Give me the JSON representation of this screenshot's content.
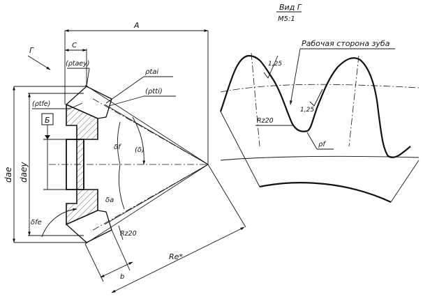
{
  "left_view": {
    "labels": {
      "view_letter": "Г",
      "dim_A": "A",
      "dim_C": "C",
      "rho_taey": "(ρtaey)",
      "rho_tai": "ρtai",
      "rho_tti": "(ρtti)",
      "rho_tfe": "(ρtfe)",
      "datum_B": "Б",
      "delta_f": "δf",
      "delta": "(δ)",
      "delta_a": "δa",
      "rz20": "Rz20",
      "d_ae": "dae",
      "d_aey": "daey",
      "delta_fe": "δfe",
      "b": "b",
      "re": "Re*"
    }
  },
  "right_view": {
    "title": "Вид Г",
    "scale": "М5:1",
    "working_side": "Рабочая сторона зуба",
    "roughness_1": "1,25",
    "roughness_2": "1,25",
    "rz20": "Rz20",
    "rho_f": "ρf"
  }
}
